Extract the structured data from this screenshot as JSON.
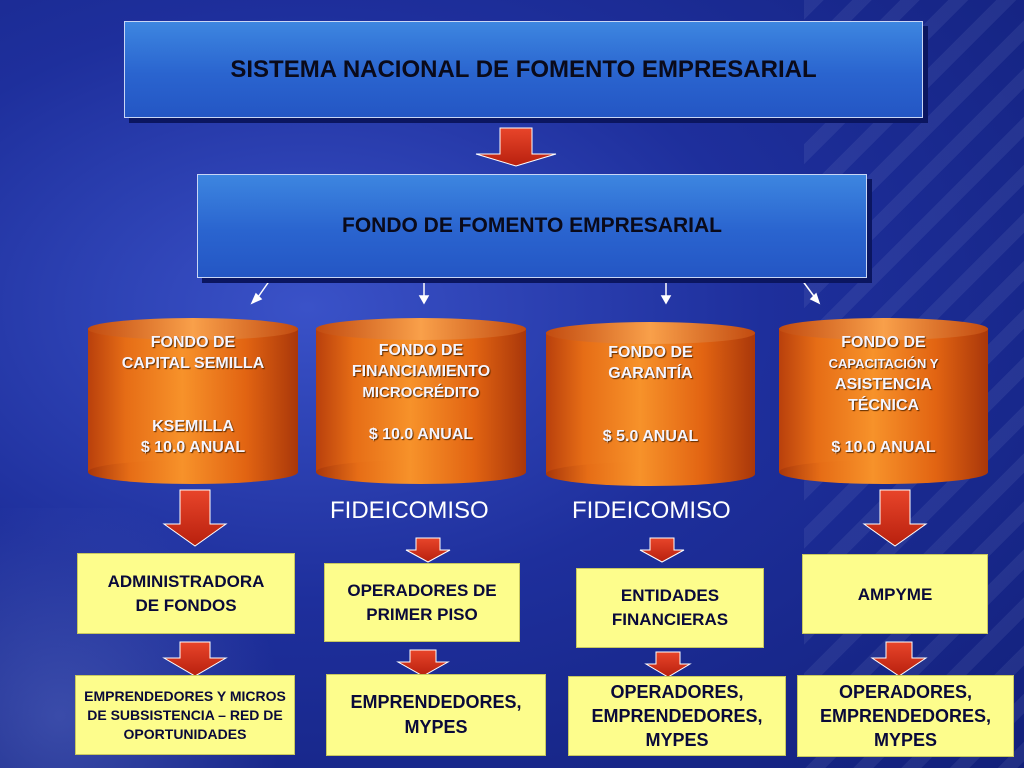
{
  "title": "SISTEMA NACIONAL DE FOMENTO EMPRESARIAL",
  "fondo": "FONDO DE FOMENTO EMPRESARIAL",
  "fondos": [
    {
      "lines": [
        "FONDO DE",
        "CAPITAL SEMILLA",
        "",
        "",
        "KSEMILLA",
        "$ 10.0 ANUAL"
      ]
    },
    {
      "lines": [
        "FONDO DE",
        "FINANCIAMIENTO",
        "MICROCRÉDITO",
        "",
        "$ 10.0 ANUAL"
      ]
    },
    {
      "lines": [
        "FONDO DE",
        "GARANTÍA",
        "",
        "",
        "$ 5.0 ANUAL"
      ]
    },
    {
      "lines": [
        "FONDO DE",
        "CAPACITACIÓN Y",
        "ASISTENCIA",
        "TÉCNICA",
        "",
        "$ 10.0 ANUAL"
      ]
    }
  ],
  "fideicomiso": "FIDEICOMISO",
  "operadores": {
    "admin": "ADMINISTRADORA DE FONDOS",
    "primer_piso": "OPERADORES DE PRIMER PISO",
    "entidades": "ENTIDADES FINANCIERAS",
    "ampyme": "AMPYME"
  },
  "beneficiarios": {
    "b1": "EMPRENDEDORES Y MICROS DE SUBSISTENCIA – RED DE OPORTUNIDADES",
    "b2": "EMPRENDEDORES, MYPES",
    "b3": "OPERADORES, EMPRENDEDORES, MYPES",
    "b4": "OPERADORES, EMPRENDEDORES, MYPES"
  },
  "colors": {
    "arrow": "#d8361c",
    "cylinder": "#f08a25",
    "box_blue": "#2a64cf",
    "box_yellow": "#fdfd8c"
  }
}
